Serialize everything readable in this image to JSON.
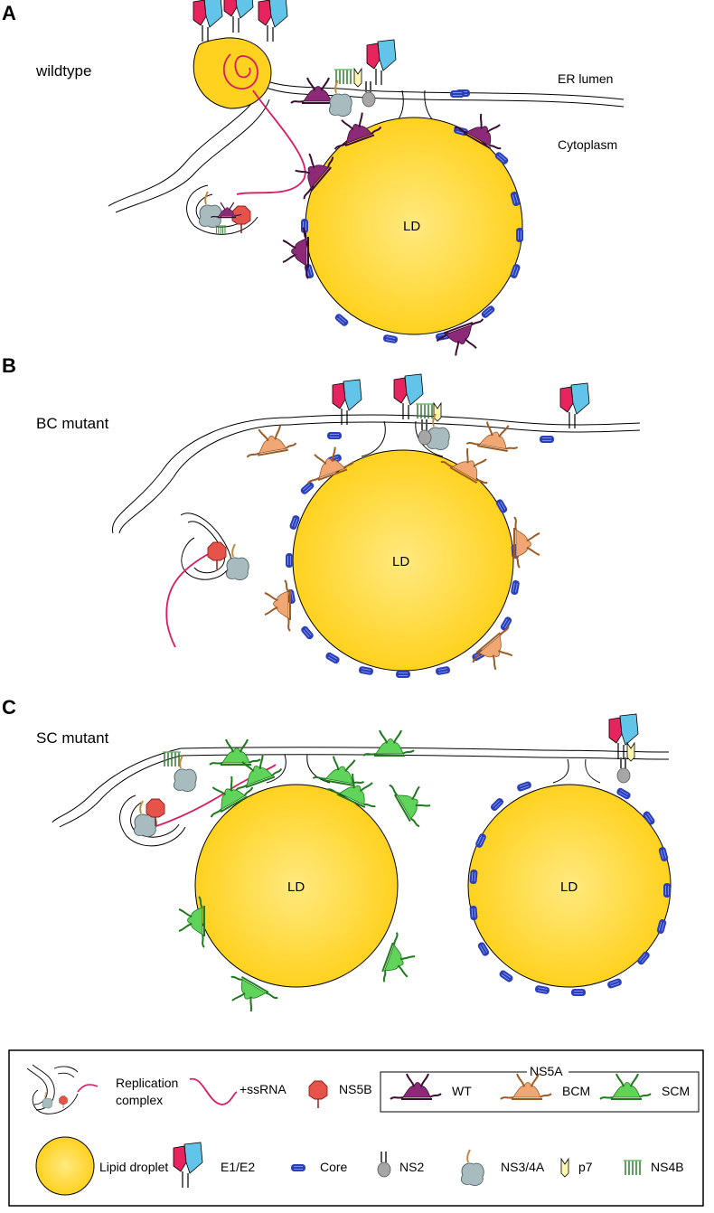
{
  "panels": {
    "A": {
      "letter": "A",
      "title": "wildtype",
      "er_lumen": "ER lumen",
      "cytoplasm": "Cytoplasm",
      "ld": "LD"
    },
    "B": {
      "letter": "B",
      "title": "BC mutant",
      "ld": "LD"
    },
    "C": {
      "letter": "C",
      "title": "SC mutant",
      "ld_left": "LD",
      "ld_right": "LD"
    }
  },
  "legend": {
    "replication_complex": [
      "Replication",
      "complex"
    ],
    "ssrna": "+ssRNA",
    "ns5b": "NS5B",
    "ns5a_title": "NS5A",
    "wt": "WT",
    "bcm": "BCM",
    "scm": "SCM",
    "lipid_droplet": "Lipid droplet",
    "e1e2": "E1/E2",
    "core": "Core",
    "ns2": "NS2",
    "ns34a": "NS3/4A",
    "p7": "p7",
    "ns4b": "NS4B"
  },
  "colors": {
    "lipid_droplet": "#ffd21f",
    "rna": "#d81b60",
    "core": "#2a3fb8",
    "e1": "#e8245f",
    "e2": "#62c4e8",
    "ns5a_wt": "#8c2a78",
    "ns5a_bcm": "#f0a773",
    "ns5a_scm": "#5fd35a",
    "ns3": "#a8bcbf",
    "ns2": "#a6a6a6",
    "ns5b": "#e5534b"
  }
}
